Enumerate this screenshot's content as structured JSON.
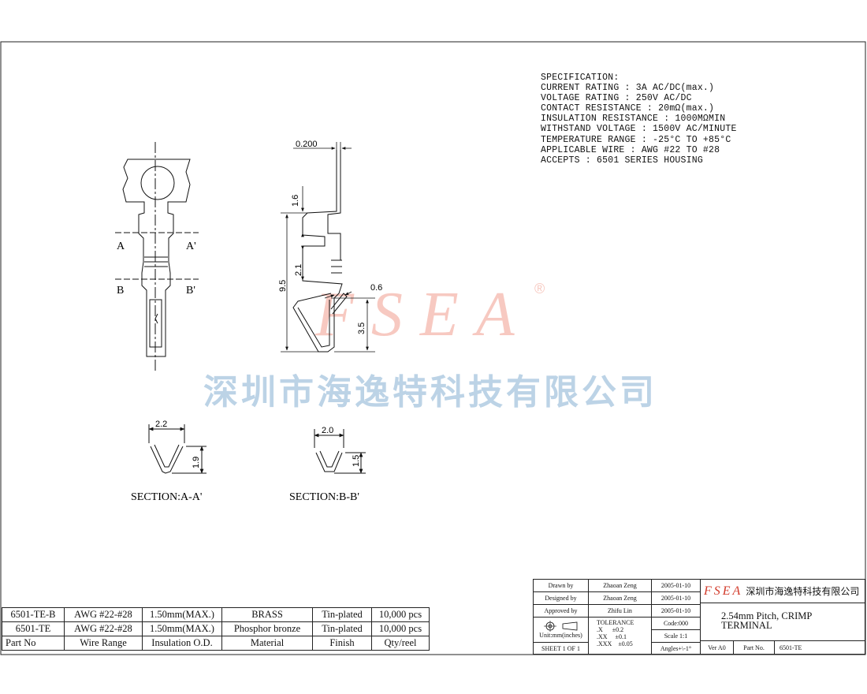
{
  "specification": {
    "heading": "SPECIFICATION:",
    "lines": [
      "CURRENT RATING : 3A AC/DC(max.)",
      "VOLTAGE RATING : 250V AC/DC",
      "CONTACT RESISTANCE : 20mΩ(max.)",
      "INSULATION RESISTANCE : 1000MΩMIN",
      "WITHSTAND VOLTAGE : 1500V AC/MINUTE",
      "TEMPERATURE RANGE : -25°C TO +85°C",
      "APPLICABLE WIRE : AWG #22 TO #28",
      "ACCEPTS : 6501 SERIES HOUSING"
    ]
  },
  "drawing": {
    "section_marks": {
      "a": "A",
      "a_prime": "A'",
      "b": "B",
      "b_prime": "B'"
    },
    "dimensions": {
      "thickness": "0.200",
      "d1_6": "1.6",
      "d2_1": "2.1",
      "d9_5": "9.5",
      "d0_6": "0.6",
      "d3_5": "3.5",
      "secA_width": "2.2",
      "secA_height": "1.9",
      "secB_width": "2.0",
      "secB_height": "1.5"
    },
    "section_a_label": "SECTION:A-A'",
    "section_b_label": "SECTION:B-B'"
  },
  "watermark": {
    "logo": "FSEA",
    "registered": "®",
    "company": "深圳市海逸特科技有限公司"
  },
  "bom": {
    "rows": [
      [
        "6501-TE-B",
        "AWG #22-#28",
        "1.50mm(MAX.)",
        "BRASS",
        "Tin-plated",
        "10,000 pcs"
      ],
      [
        "6501-TE",
        "AWG #22-#28",
        "1.50mm(MAX.)",
        "Phosphor bronze",
        "Tin-plated",
        "10,000 pcs"
      ]
    ],
    "headers": [
      "Part No",
      "Wire Range",
      "Insulation O.D.",
      "Material",
      "Finish",
      "Qty/reel"
    ]
  },
  "title_block": {
    "drawn_label": "Drawn by",
    "drawn_name": "Zhaoan Zeng",
    "drawn_date": "2005-01-10",
    "designed_label": "Designed by",
    "designed_name": "Zhaoan Zeng",
    "designed_date": "2005-01-10",
    "approved_label": "Approved by",
    "approved_name": "Zhifu Lin",
    "approved_date": "2005-01-10",
    "tolerance_label": "TOLERANCE",
    "tol_x": ".X      ±0.2",
    "tol_xx": ".XX     ±0.1",
    "tol_xxx": ".XXX    ±0.05",
    "units": "Unit:mm(inches)",
    "sheet": "SHEET 1 OF 1",
    "code": "Code:000",
    "scale": "Scale 1:1",
    "angles": "Angles+\\-1°",
    "logo": "FSEA",
    "company": "深圳市海逸特科技有限公司",
    "title_line1": "2.54mm Pitch, CRIMP",
    "title_line2": "TERMINAL",
    "ver": "Ver A0",
    "part_label": "Part No.",
    "part_value": "6501-TE"
  }
}
